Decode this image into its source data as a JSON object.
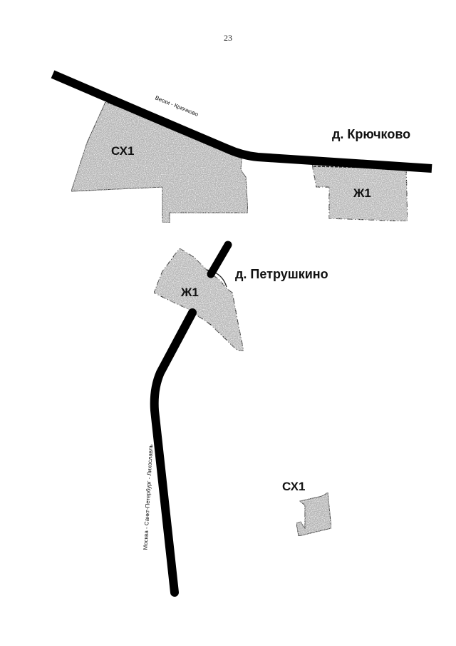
{
  "page": {
    "number": "23"
  },
  "colors": {
    "road": "#000000",
    "zone_fill": "#b4b4b4",
    "zone_border": "#222222",
    "background": "#ffffff"
  },
  "villages": [
    {
      "id": "kryuchkovo",
      "label": "д. Крючково"
    },
    {
      "id": "petrushkino",
      "label": "д. Петрушкино"
    }
  ],
  "zones": [
    {
      "id": "sx1-north",
      "code": "СХ1",
      "type": "agricultural"
    },
    {
      "id": "zh1-kryuchkovo",
      "code": "Ж1",
      "type": "residential"
    },
    {
      "id": "zh1-petrushkino",
      "code": "Ж1",
      "type": "residential"
    },
    {
      "id": "sx1-south",
      "code": "СХ1",
      "type": "agricultural"
    }
  ],
  "roads": [
    {
      "id": "veski-kryuchkovo",
      "label": "Вески - Крючково"
    },
    {
      "id": "moscow-spb-likhoslavl",
      "label": "Москва - Санкт-Петербург - Лихославль"
    }
  ]
}
